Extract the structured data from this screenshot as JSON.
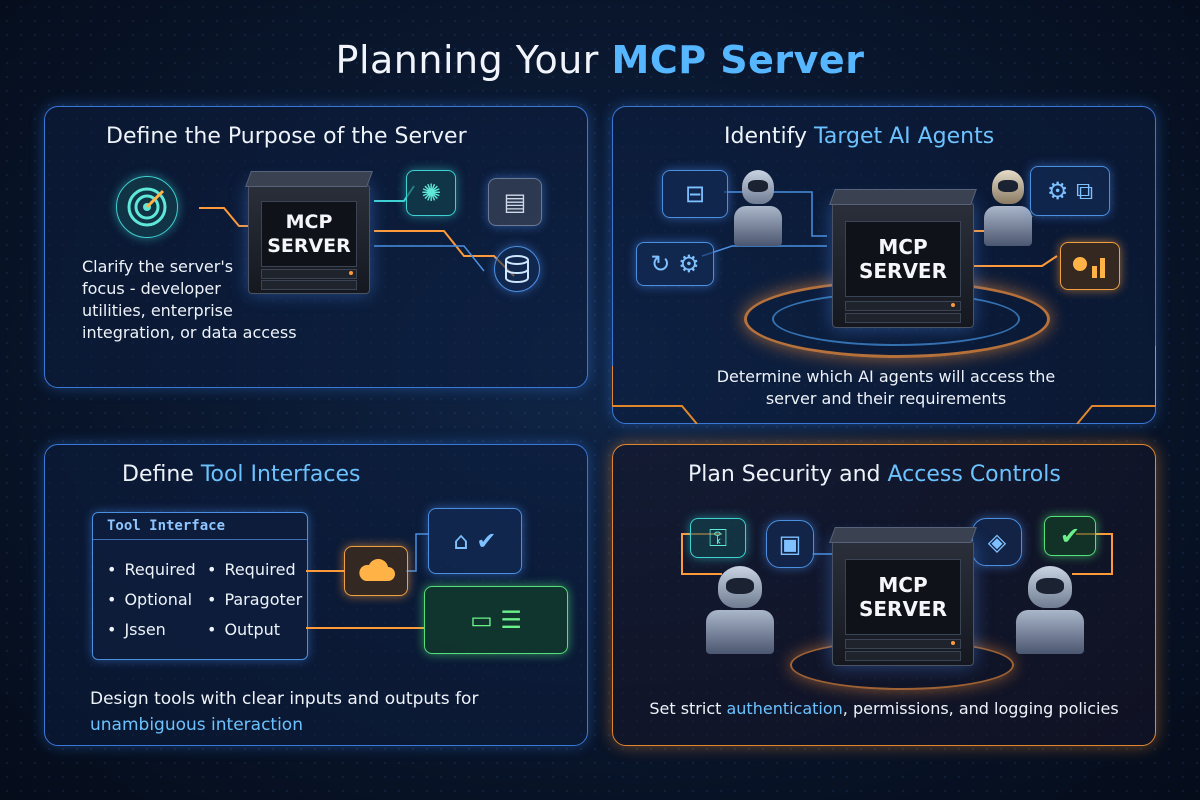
{
  "title": {
    "prefix": "Planning Your ",
    "highlight": "MCP Server"
  },
  "server_label_line1": "MCP",
  "server_label_line2": "SERVER",
  "panels": [
    {
      "title": "Define the Purpose of the Server",
      "text": [
        "Clarify the server's",
        "focus - developer",
        "utilities, enterprise",
        "integration, or data access"
      ]
    },
    {
      "title_prefix": "Identify ",
      "title_highlight": "Target AI Agents",
      "text": [
        "Determine which AI agents will access the",
        "server and their requirements"
      ]
    },
    {
      "title_prefix": "Define ",
      "title_highlight": "Tool Interfaces",
      "tool_interface": {
        "header": "Tool Interface",
        "left": [
          "Required",
          "Optional",
          "Jssen"
        ],
        "right": [
          "Required",
          "Paragoter",
          "Output"
        ]
      },
      "text_line1": "Design tools with clear inputs and outputs for",
      "text_line2_highlight": "unambiguous interaction"
    },
    {
      "title_prefix": "Plan Security and ",
      "title_highlight": "Access Controls",
      "text_prefix": "Set strict ",
      "text_highlight": "authentication",
      "text_suffix": ", permissions, and logging policies"
    }
  ],
  "colors": {
    "accent_blue": "#56b6ff",
    "accent_orange": "#e0872d",
    "cyan": "#3fd2d2",
    "green": "#54e07a"
  },
  "icons": [
    "target-icon",
    "server-icon",
    "gear-icon",
    "database-icon",
    "document-icon",
    "chart-icon",
    "cloud-icon",
    "home-icon",
    "check-icon",
    "lock-icon",
    "robot-icon"
  ]
}
